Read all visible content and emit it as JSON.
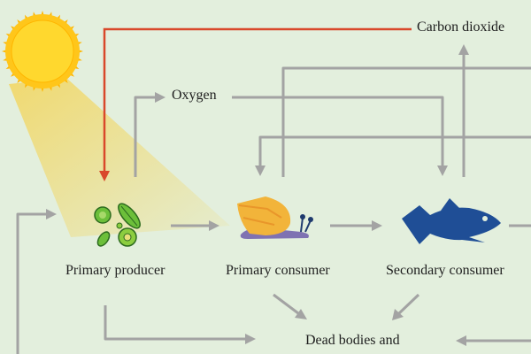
{
  "labels": {
    "carbon_dioxide": "Carbon dioxide",
    "oxygen": "Oxygen",
    "primary_producer": "Primary producer",
    "primary_consumer": "Primary consumer",
    "secondary_consumer": "Secondary consumer",
    "dead_bodies": "Dead bodies and"
  },
  "colors": {
    "background": "#e3efdd",
    "arrow_gray": "#a3a3a3",
    "arrow_red": "#d9482b",
    "sun": "#ffd21f",
    "sunlight": "#f1d86a",
    "plankton_green": "#6cbf3a",
    "snail_shell": "#f2b43a",
    "snail_body": "#7f72b2",
    "fish": "#1f4e96"
  },
  "icons": [
    "sun-icon",
    "plankton-icon",
    "snail-icon",
    "fish-icon"
  ]
}
